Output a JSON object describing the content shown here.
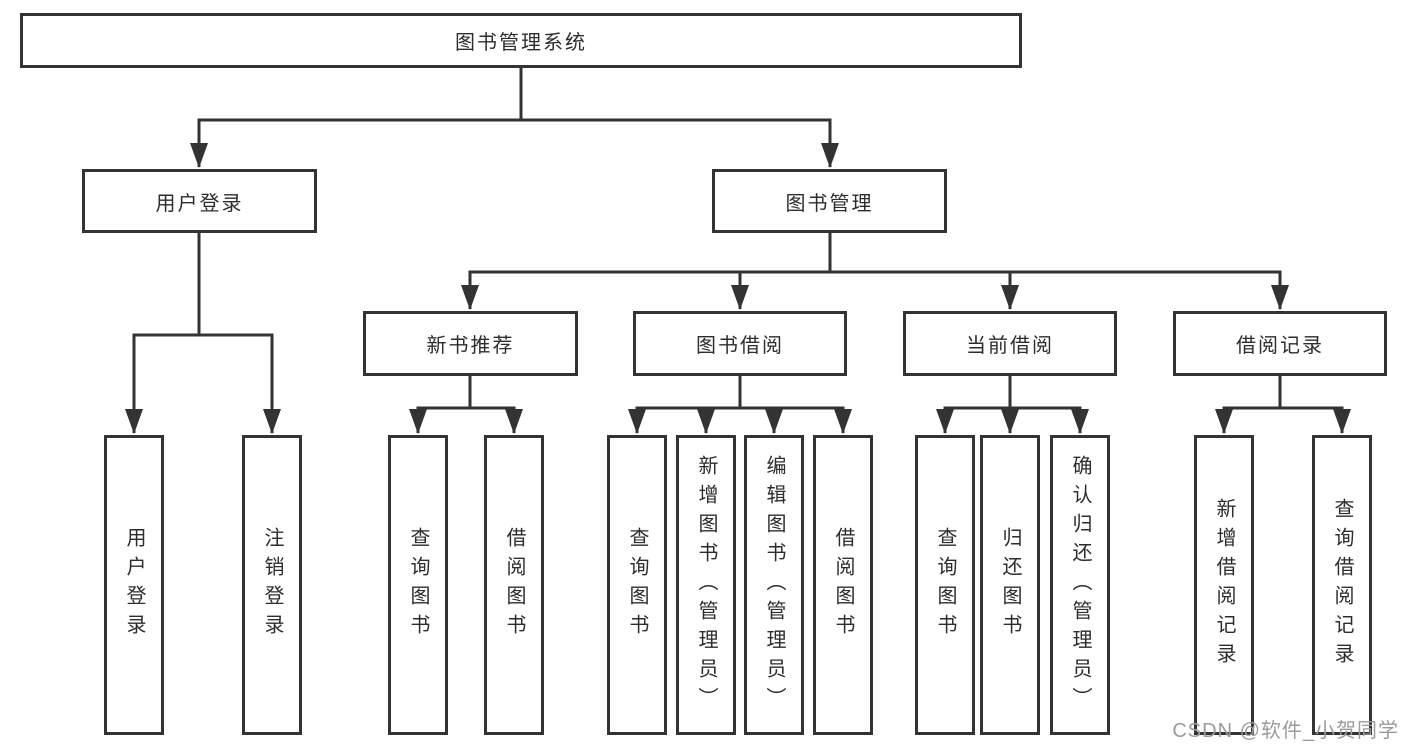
{
  "diagram": {
    "type": "hierarchy-tree",
    "nodes": {
      "root": "图书管理系统",
      "level2": [
        "用户登录",
        "图书管理"
      ],
      "level3": [
        "新书推荐",
        "图书借阅",
        "当前借阅",
        "借阅记录"
      ],
      "leaves": {
        "user_login": [
          "用户登录",
          "注销登录"
        ],
        "new_book": [
          "查询图书",
          "借阅图书"
        ],
        "book_borrow": [
          "查询图书",
          "新增图书（管理员）",
          "编辑图书（管理员）",
          "借阅图书"
        ],
        "current_borrow": [
          "查询图书",
          "归还图书",
          "确认归还（管理员）"
        ],
        "borrow_record": [
          "新增借阅记录",
          "查询借阅记录"
        ]
      }
    },
    "hierarchy": {
      "图书管理系统": {
        "用户登录": [
          "用户登录",
          "注销登录"
        ],
        "图书管理": {
          "新书推荐": [
            "查询图书",
            "借阅图书"
          ],
          "图书借阅": [
            "查询图书",
            "新增图书（管理员）",
            "编辑图书（管理员）",
            "借阅图书"
          ],
          "当前借阅": [
            "查询图书",
            "归还图书",
            "确认归还（管理员）"
          ],
          "借阅记录": [
            "新增借阅记录",
            "查询借阅记录"
          ]
        }
      }
    }
  },
  "watermark": "CSDN @软件_小贺同学",
  "colors": {
    "line": "#333333",
    "box_border": "#333333",
    "text": "#2d2d2d",
    "watermark": "#9b9b9b",
    "background": "#ffffff"
  }
}
